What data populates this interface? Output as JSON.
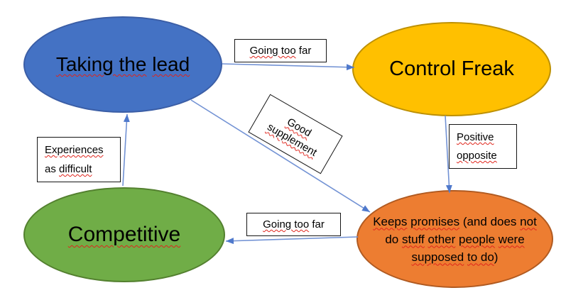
{
  "diagram": {
    "background": "#ffffff",
    "nodes": [
      {
        "id": "taking-the-lead",
        "text": "Taking the lead",
        "fill": "#4472C4",
        "border": "#3b5ea6",
        "segments": [
          {
            "text": "Taking the",
            "misspelled": true
          },
          {
            "text": " "
          },
          {
            "text": "lead",
            "misspelled": true
          }
        ]
      },
      {
        "id": "control-freak",
        "text": "Control Freak",
        "fill": "#FFC000",
        "border": "#BD9000",
        "segments": [
          {
            "text": "Control Freak"
          }
        ]
      },
      {
        "id": "competitive",
        "text": "Competitive",
        "fill": "#70AD47",
        "border": "#53802F",
        "segments": [
          {
            "text": "Competitive",
            "misspelled": true
          }
        ]
      },
      {
        "id": "keeps-promises",
        "text": "Keeps promises (and does not do stuff other people were supposed to do)",
        "fill": "#ED7D31",
        "border": "#B05A21",
        "segments": [
          {
            "text": "Keeps",
            "misspelled": true
          },
          {
            "text": " "
          },
          {
            "text": "promises",
            "misspelled": true
          },
          {
            "text": " (and does "
          },
          {
            "text": "not",
            "misspelled": true
          },
          {
            "br": true
          },
          {
            "text": "do "
          },
          {
            "text": "stuff",
            "misspelled": true
          },
          {
            "text": " "
          },
          {
            "text": "other",
            "misspelled": true
          },
          {
            "text": " "
          },
          {
            "text": "people",
            "misspelled": true
          },
          {
            "text": " "
          },
          {
            "text": "were",
            "misspelled": true
          },
          {
            "br": true
          },
          {
            "text": "supposed",
            "misspelled": true
          },
          {
            "text": " "
          },
          {
            "text": "to do",
            "misspelled": true
          },
          {
            "text": ")"
          }
        ]
      }
    ],
    "edge_labels": [
      {
        "id": "going-too-far-top",
        "text": "Going too far",
        "segments": [
          {
            "text": "Going too",
            "misspelled": true
          },
          {
            "text": " far"
          }
        ]
      },
      {
        "id": "good-supplement",
        "text": "Good supplement",
        "segments": [
          {
            "text": "Good",
            "misspelled": true
          },
          {
            "br": true
          },
          {
            "text": "supplement",
            "misspelled": true
          }
        ]
      },
      {
        "id": "experiences-as-difficult",
        "text": "Experiences as difficult",
        "segments": [
          {
            "text": "Experiences",
            "misspelled": true
          },
          {
            "br": true
          },
          {
            "text": "as "
          },
          {
            "text": "difficult",
            "misspelled": true
          }
        ]
      },
      {
        "id": "positive-opposite",
        "text": "Positive opposite",
        "segments": [
          {
            "text": "Positive",
            "misspelled": true
          },
          {
            "br": true
          },
          {
            "text": "opposite",
            "misspelled": true
          }
        ]
      },
      {
        "id": "going-too-far-bottom",
        "text": "Going too far",
        "segments": [
          {
            "text": "Going too",
            "misspelled": true
          },
          {
            "text": " far"
          }
        ]
      }
    ],
    "edges": [
      {
        "from": "taking-the-lead",
        "to": "control-freak",
        "label": "Going too far"
      },
      {
        "from": "taking-the-lead",
        "to": "keeps-promises",
        "label": "Good supplement"
      },
      {
        "from": "control-freak",
        "to": "keeps-promises",
        "label": "Positive opposite"
      },
      {
        "from": "keeps-promises",
        "to": "competitive",
        "label": "Going too far"
      },
      {
        "from": "competitive",
        "to": "taking-the-lead",
        "label": "Experiences as difficult"
      }
    ],
    "colors": {
      "connector": "#7292d4",
      "arrowhead": "#4f79cc",
      "label_border": "#151515",
      "squiggle": "#e0241b",
      "text": "#000000"
    }
  }
}
